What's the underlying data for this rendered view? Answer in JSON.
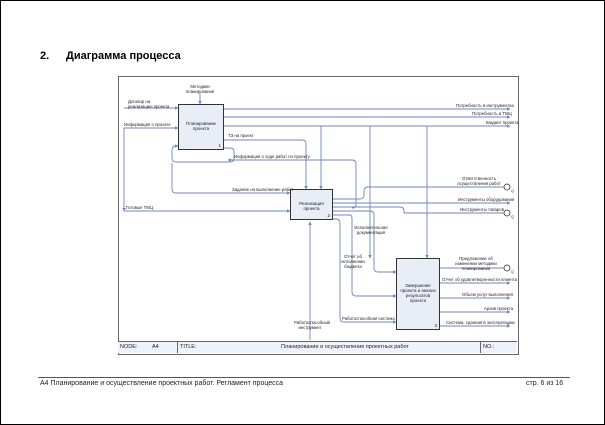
{
  "section": {
    "number": "2.",
    "title": "Диаграмма процесса"
  },
  "diagram": {
    "boxes": [
      {
        "id": "1",
        "title": "Планирование проекта"
      },
      {
        "id": "2",
        "title": "Реализация проекта"
      },
      {
        "id": "3",
        "title": "Завершение проекта и анализ результатов проекта"
      }
    ],
    "arrows": {
      "control_methods": "Методики планирования",
      "input_contract": "Договор на реализацию проекта",
      "input_project_info": "Информация о проекте",
      "input_tz_ready": "Готовые ТМЦ",
      "out_tools_need": "Потребность в инструментах",
      "out_tmc_need": "Потребность в ТМЦ",
      "out_budget": "Бюджет проекта",
      "tz_project": "ТЗ на проект",
      "work_progress_info": "Информация о ходе работ по проекту",
      "task_work": "Задание на выполнение работ",
      "out_responsible": "Ответственность осуществления работ",
      "out_equipment": "Инструменты оборудования",
      "out_returned": "Инструменты товаров",
      "exec_docs": "Исполнительная документация",
      "budget_report": "Отчет об исполнении бюджета",
      "workforce_mech": "Работоспособный инструмент",
      "workforce_system": "Работоспособная система",
      "out_proposal": "Предложение об изменении методики планирования",
      "out_report": "Отчет об удовлетворенности клиента",
      "out_closing_docs": "Объем услуг выполнения",
      "out_archive": "Архив проекта",
      "out_system": "Система, сданная в эксплуатацию"
    },
    "tunnel_codes": [
      "Q",
      "Q",
      "Q"
    ]
  },
  "title_block": {
    "node_label": "NODE:",
    "node_value": "A4",
    "title_label": "TITLE:",
    "title_value": "Планирование и осуществление проектных работ",
    "no_label": "NO.:"
  },
  "footer": {
    "left": "A4 Планирование и осуществление проектных работ. Регламент процесса",
    "right": "стр. 6 из 16"
  },
  "colors": {
    "arrow": "#6f86c0",
    "box_fill": "#e9edf6"
  }
}
